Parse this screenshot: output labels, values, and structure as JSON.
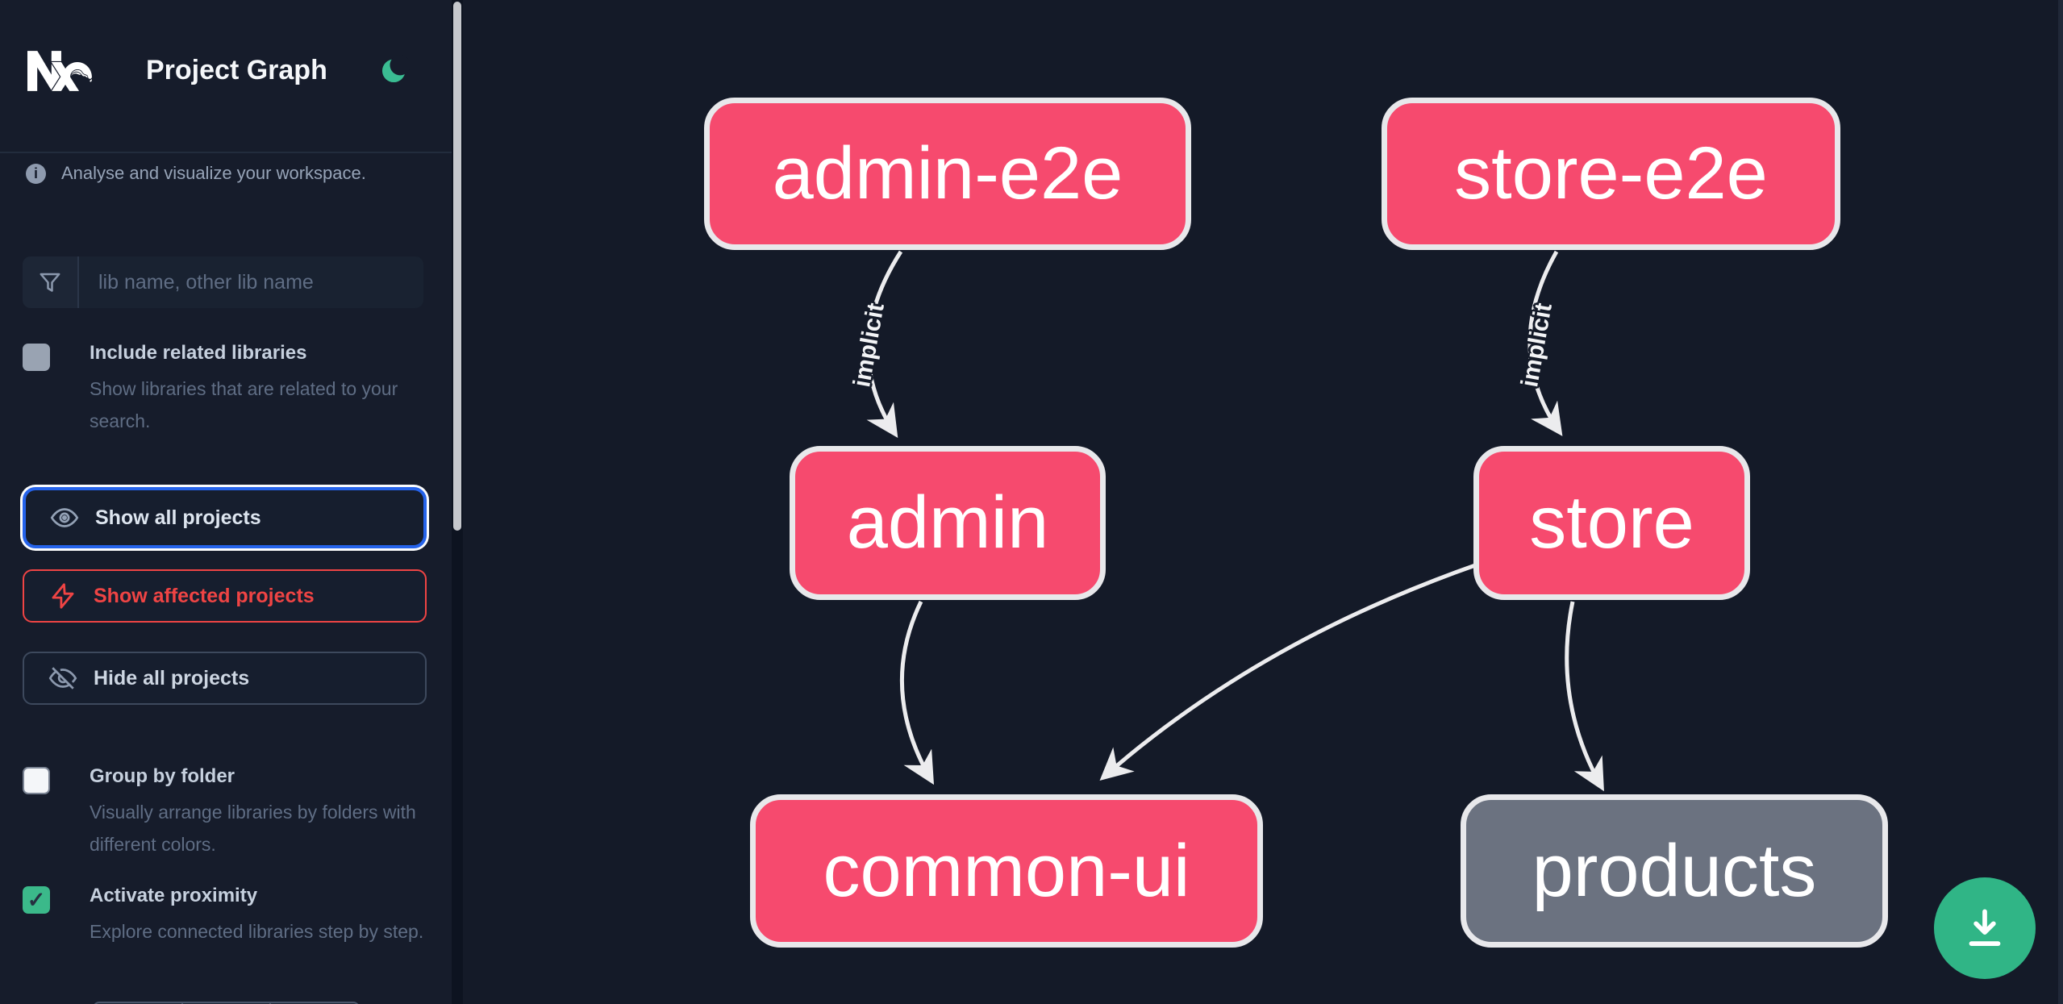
{
  "app": {
    "title": "Project Graph"
  },
  "sidebar": {
    "tagline": "Analyse and visualize your workspace.",
    "search": {
      "placeholder": "lib name, other lib name"
    },
    "toggles": [
      {
        "label": "Include related libraries",
        "description": "Show libraries that are related to your search.",
        "checked": false
      },
      {
        "label": "Group by folder",
        "description": "Visually arrange libraries by folders with different colors.",
        "checked": false
      },
      {
        "label": "Activate proximity",
        "description": "Explore connected libraries step by step.",
        "checked": true
      }
    ],
    "buttons": [
      {
        "label": "Show all projects",
        "state": "focused"
      },
      {
        "label": "Show affected projects",
        "state": "affected"
      },
      {
        "label": "Hide all projects",
        "state": "default"
      }
    ]
  },
  "graph": {
    "nodes": [
      {
        "id": "admin-e2e",
        "label": "admin-e2e",
        "color": "#f64a6e"
      },
      {
        "id": "store-e2e",
        "label": "store-e2e",
        "color": "#f64a6e"
      },
      {
        "id": "admin",
        "label": "admin",
        "color": "#f64a6e"
      },
      {
        "id": "store",
        "label": "store",
        "color": "#f64a6e"
      },
      {
        "id": "common-ui",
        "label": "common-ui",
        "color": "#f64a6e"
      },
      {
        "id": "products",
        "label": "products",
        "color": "#6b7280"
      }
    ],
    "edges": [
      {
        "source": "admin-e2e",
        "target": "admin",
        "label": "implicit"
      },
      {
        "source": "store-e2e",
        "target": "store",
        "label": "implicit"
      },
      {
        "source": "admin",
        "target": "common-ui",
        "label": ""
      },
      {
        "source": "store",
        "target": "common-ui",
        "label": ""
      },
      {
        "source": "store",
        "target": "products",
        "label": ""
      }
    ]
  },
  "icons": [
    "nx-logo",
    "moon",
    "info",
    "filter",
    "eye",
    "lightning-bolt",
    "eye-off",
    "download"
  ],
  "colors": {
    "accent_blue": "#2563eb",
    "alert_red": "#ef4444",
    "success_green": "#3bb98a",
    "node_pink": "#f64a6e",
    "node_gray": "#6b7280",
    "edge": "#ececee",
    "background": "#141a28"
  }
}
